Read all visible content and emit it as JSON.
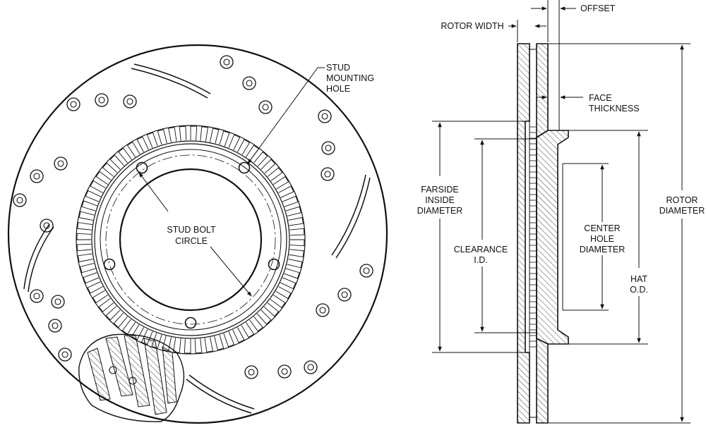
{
  "front_view": {
    "labels": {
      "stud_mounting_hole": [
        "STUD",
        "MOUNTING",
        "HOLE"
      ],
      "stud_bolt_circle": [
        "STUD BOLT",
        "CIRCLE"
      ]
    }
  },
  "side_view": {
    "labels": {
      "offset": "OFFSET",
      "rotor_width": "ROTOR WIDTH",
      "face_thickness": [
        "FACE",
        "THICKNESS"
      ],
      "farside_inside_diameter": [
        "FARSIDE",
        "INSIDE",
        "DIAMETER"
      ],
      "clearance_id": [
        "CLEARANCE",
        "I.D."
      ],
      "center_hole_diameter": [
        "CENTER",
        "HOLE",
        "DIAMETER"
      ],
      "hat_od": [
        "HAT",
        "O.D."
      ],
      "rotor_diameter": [
        "ROTOR",
        "DIAMETER"
      ]
    }
  },
  "colors": {
    "line": "#111111",
    "hatch": "#111111",
    "background": "#ffffff"
  }
}
